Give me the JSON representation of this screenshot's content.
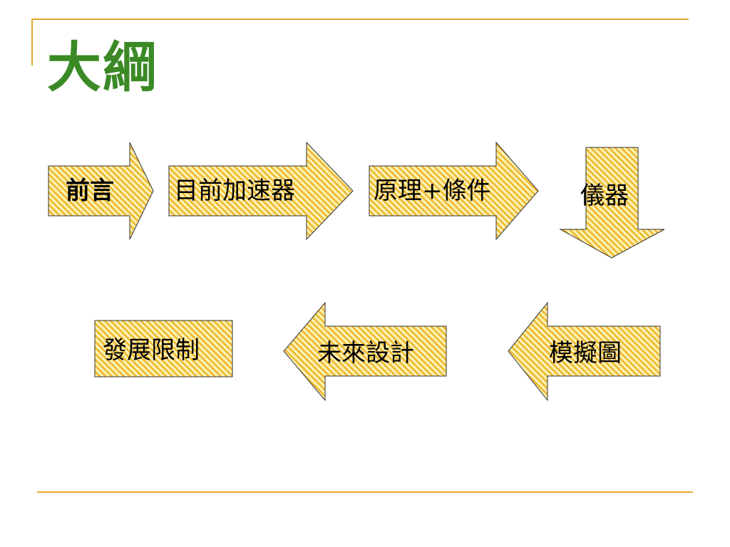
{
  "slide": {
    "title": "大綱",
    "flow": [
      {
        "label": "前言"
      },
      {
        "label": "目前加速器"
      },
      {
        "label": "原理+條件"
      },
      {
        "label": "儀器"
      },
      {
        "label": "模擬圖"
      },
      {
        "label": "未來設計"
      },
      {
        "label": "發展限制"
      }
    ]
  },
  "colors": {
    "accent_line": "#e0a92a",
    "title_green": "#3b8a26",
    "arrow_fill": "#fbf2b3",
    "arrow_hatch": "#f0b62d"
  }
}
